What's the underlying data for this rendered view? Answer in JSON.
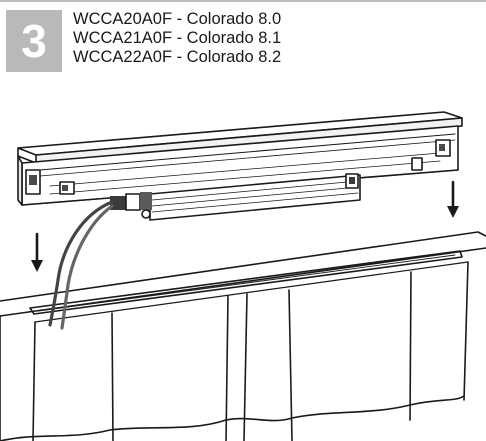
{
  "step": {
    "number": "3",
    "badge_color": "#b9b9b9"
  },
  "models": [
    "WCCA20A0F - Colorado 8.0",
    "WCCA21A0F - Colorado 8.1",
    "WCCA22A0F - Colorado 8.2"
  ],
  "illustration": {
    "subject": "light-fixture-lowered-into-channel",
    "arrows": [
      "down-arrow-left",
      "down-arrow-right"
    ]
  }
}
